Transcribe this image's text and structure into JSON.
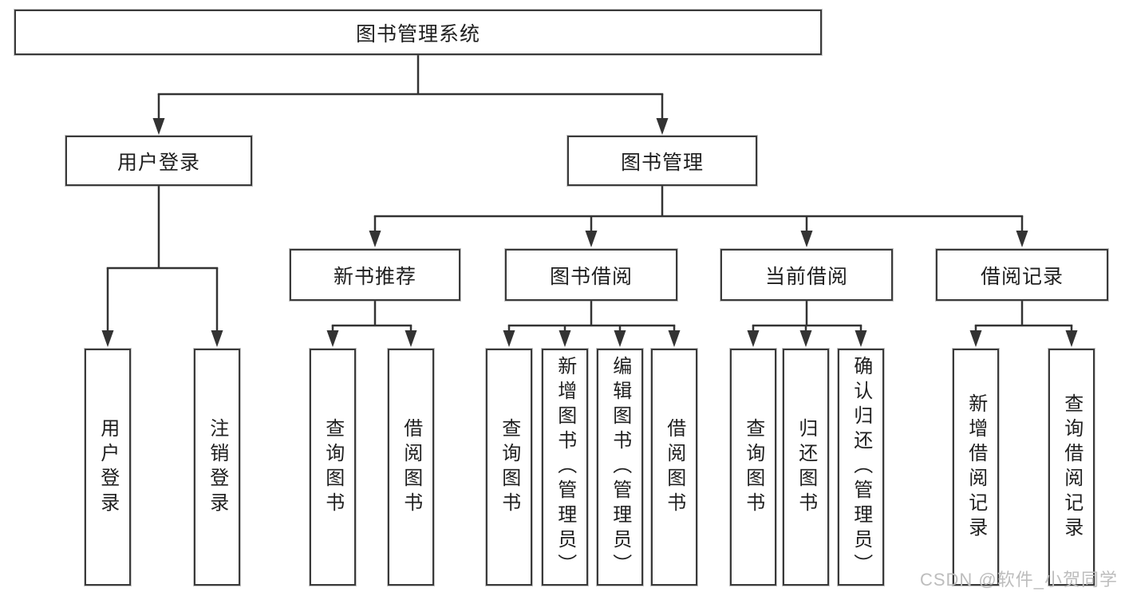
{
  "diagram": {
    "title_node": "图书管理系统",
    "level2": [
      "用户登录",
      "图书管理"
    ],
    "level3": [
      "新书推荐",
      "图书借阅",
      "当前借阅",
      "借阅记录"
    ],
    "leaves": {
      "user_login": [
        "用户登录",
        "注销登录"
      ],
      "new_book_recommend": [
        "查询图书",
        "借阅图书"
      ],
      "book_borrowing": [
        "查询图书",
        "新增图书（管理员）",
        "编辑图书（管理员）",
        "借阅图书"
      ],
      "current_borrowing": [
        "查询图书",
        "归还图书",
        "确认归还（管理员）"
      ],
      "borrowing_records": [
        "新增借阅记录",
        "查询借阅记录"
      ]
    },
    "watermark": "CSDN @软件_小贺同学",
    "colors": {
      "line": "#333333",
      "box_border": "#3a3a3a",
      "text": "#1f1f1f",
      "watermark": "#bdbdbd",
      "background": "#ffffff"
    }
  }
}
